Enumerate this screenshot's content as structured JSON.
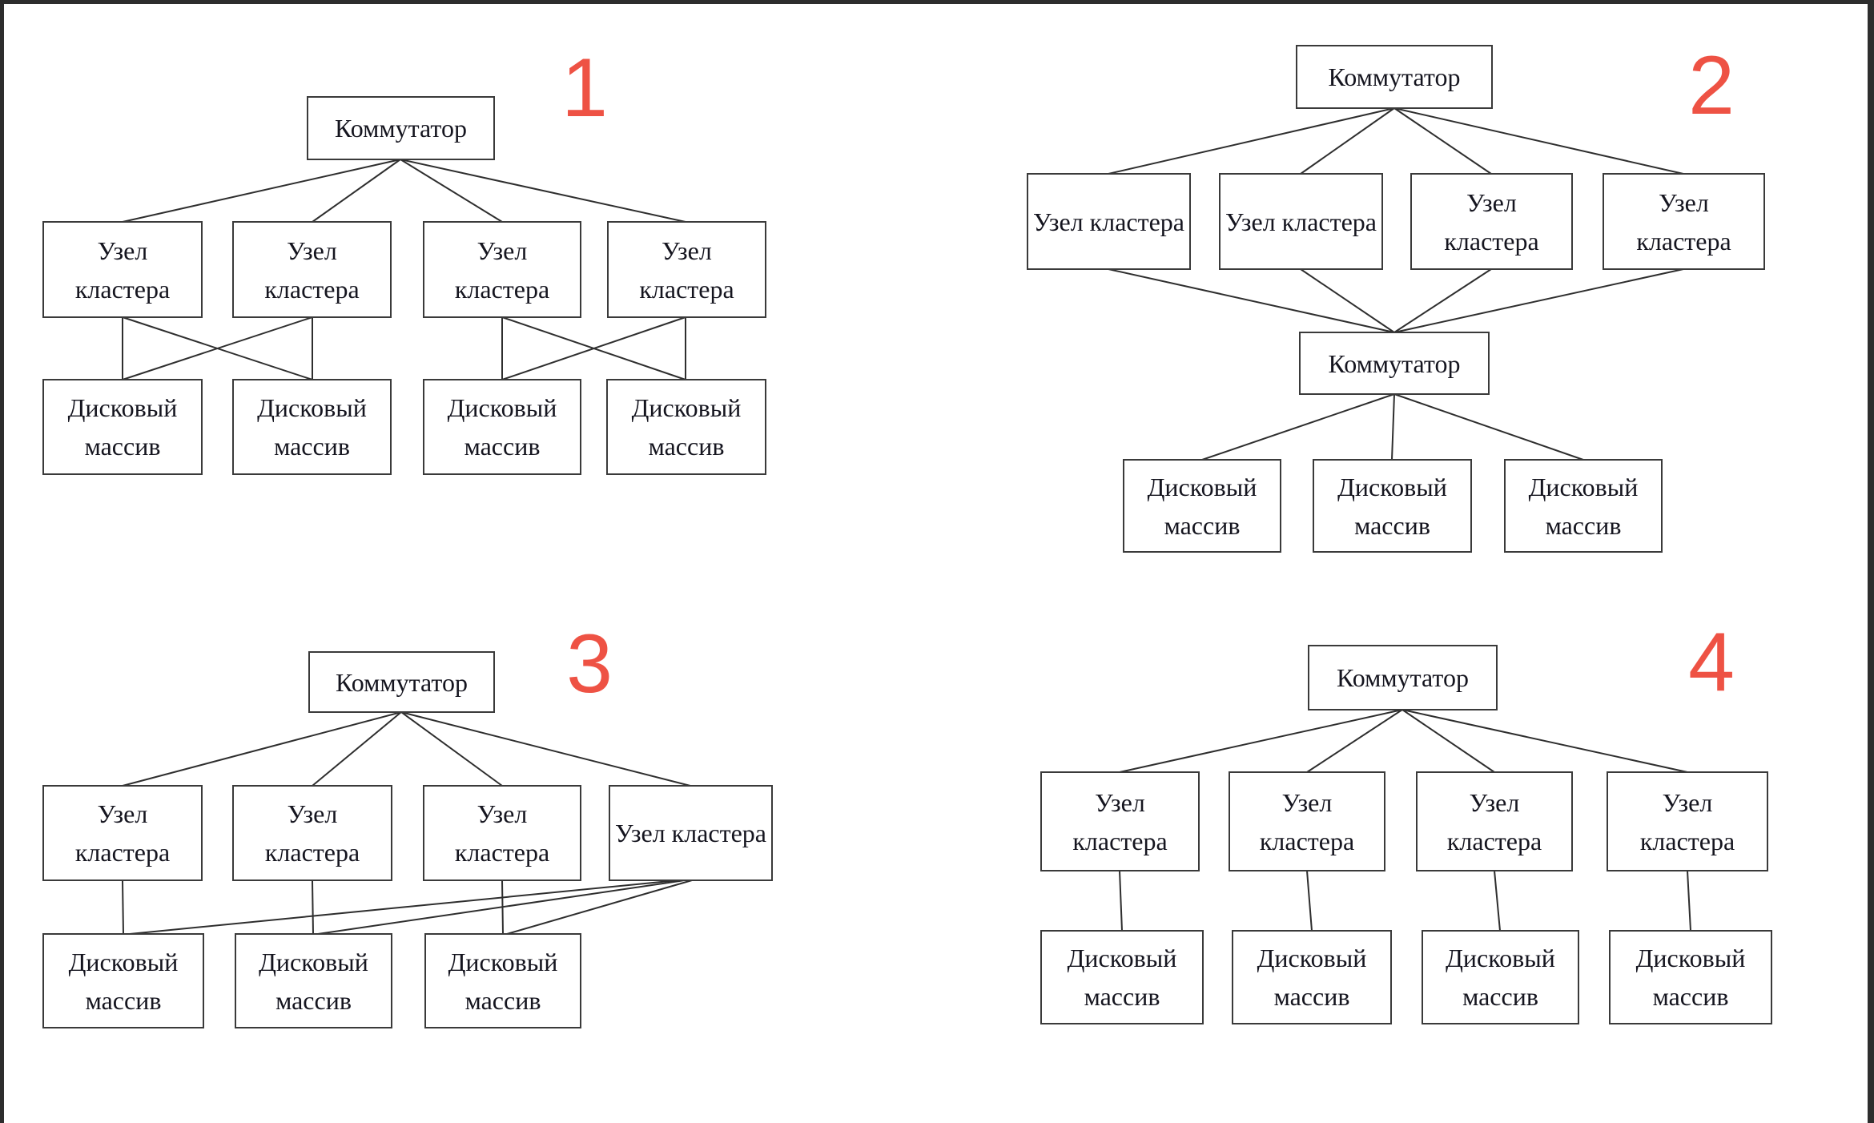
{
  "accent_color": "#ee5244",
  "background_color": "#ffffff",
  "frame_color": "#2d2d2d",
  "box_border_color": "#3a3a3a",
  "line_color": "#2e2e2e",
  "labels": {
    "switch": "Коммутатор",
    "cluster_node": "Узел кластера",
    "disk_array": "Дисковый массив"
  },
  "diagrams": [
    {
      "number": "1",
      "switch_label": "Коммутатор",
      "nodes": [
        "Узел кластера",
        "Узел кластера",
        "Узел кластера",
        "Узел кластера"
      ],
      "disks": [
        "Дисковый массив",
        "Дисковый массив",
        "Дисковый массив",
        "Дисковый массив"
      ],
      "edges": [
        "switch>node1",
        "switch>node2",
        "switch>node3",
        "switch>node4",
        "node1>disk1",
        "node1>disk2",
        "node2>disk1",
        "node2>disk2",
        "node3>disk3",
        "node3>disk4",
        "node4>disk3",
        "node4>disk4"
      ]
    },
    {
      "number": "2",
      "switch_top_label": "Коммутатор",
      "switch_bottom_label": "Коммутатор",
      "nodes": [
        "Узел кластера",
        "Узел кластера",
        "Узел кластера",
        "Узел кластера"
      ],
      "disks": [
        "Дисковый массив",
        "Дисковый массив",
        "Дисковый массив"
      ],
      "edges": [
        "switch1>node1",
        "switch1>node2",
        "switch1>node3",
        "switch1>node4",
        "node1>switch2",
        "node2>switch2",
        "node3>switch2",
        "node4>switch2",
        "switch2>disk1",
        "switch2>disk2",
        "switch2>disk3"
      ]
    },
    {
      "number": "3",
      "switch_label": "Коммутатор",
      "nodes": [
        "Узел кластера",
        "Узел кластера",
        "Узел кластера",
        "Узел кластера"
      ],
      "disks": [
        "Дисковый массив",
        "Дисковый массив",
        "Дисковый массив"
      ],
      "edges": [
        "switch>node1",
        "switch>node2",
        "switch>node3",
        "switch>node4",
        "node1>disk1",
        "node2>disk2",
        "node3>disk3",
        "node4>disk1",
        "node4>disk2",
        "node4>disk3"
      ]
    },
    {
      "number": "4",
      "switch_label": "Коммутатор",
      "nodes": [
        "Узел кластера",
        "Узел кластера",
        "Узел кластера",
        "Узел кластера"
      ],
      "disks": [
        "Дисковый массив",
        "Дисковый массив",
        "Дисковый массив",
        "Дисковый массив"
      ],
      "edges": [
        "switch>node1",
        "switch>node2",
        "switch>node3",
        "switch>node4",
        "node1>disk1",
        "node2>disk2",
        "node3>disk3",
        "node4>disk4"
      ]
    }
  ]
}
